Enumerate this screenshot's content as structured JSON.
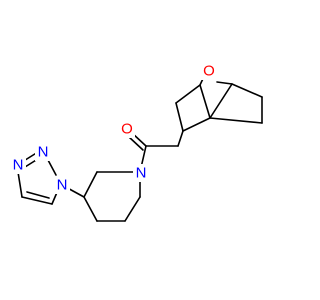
{
  "colors": {
    "bond": "#000000",
    "oxygen": "#ff0000",
    "nitrogen": "#0000ff",
    "background": "#ffffff"
  },
  "atoms": {
    "bridge_oxygen": {
      "element": "O",
      "label": "O"
    },
    "carbonyl_oxygen": {
      "element": "O",
      "label": "O"
    },
    "piperidine_nitrogen": {
      "element": "N",
      "label": "N"
    },
    "triazole_n1": {
      "element": "N",
      "label": "N"
    },
    "triazole_n2": {
      "element": "N",
      "label": "N"
    },
    "triazole_n3": {
      "element": "N",
      "label": "N"
    }
  }
}
